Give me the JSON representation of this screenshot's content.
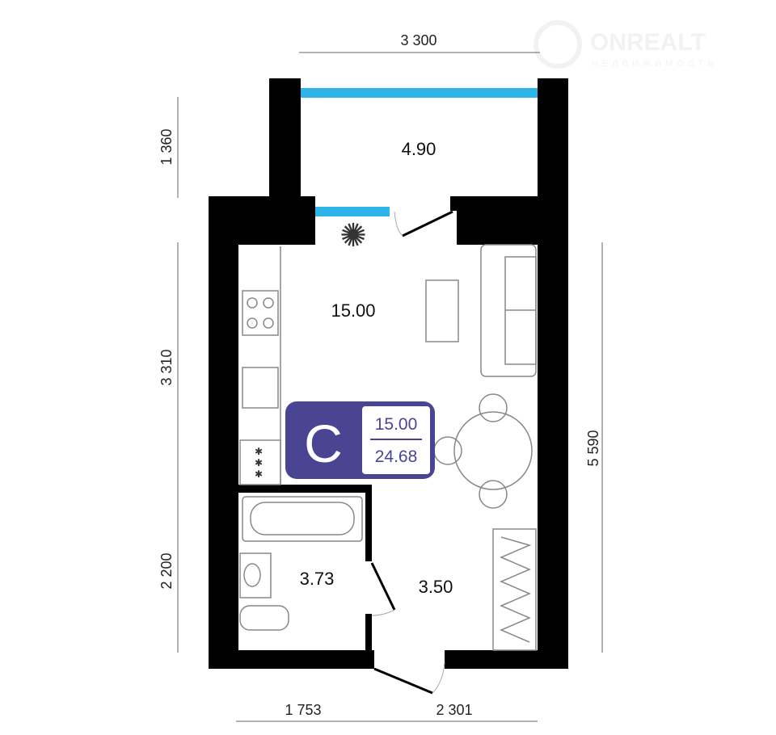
{
  "logo": {
    "name": "ONREALT",
    "subtitle": "НЕДВИЖИМОСТЬ"
  },
  "dimensions": {
    "top_width": "3 300",
    "balcony_depth": "1 360",
    "room_depth": "3 310",
    "bath_depth": "2 200",
    "total_depth": "5 590",
    "bottom_left": "1 753",
    "bottom_right": "2 301"
  },
  "rooms": {
    "balcony": "4.90",
    "living": "15.00",
    "bathroom": "3.73",
    "hall": "3.50"
  },
  "badge": {
    "type": "C",
    "living_area": "15.00",
    "total_area": "24.68",
    "color": "#4a4593"
  },
  "colors": {
    "wall": "#000000",
    "window": "#2fb4e9"
  }
}
